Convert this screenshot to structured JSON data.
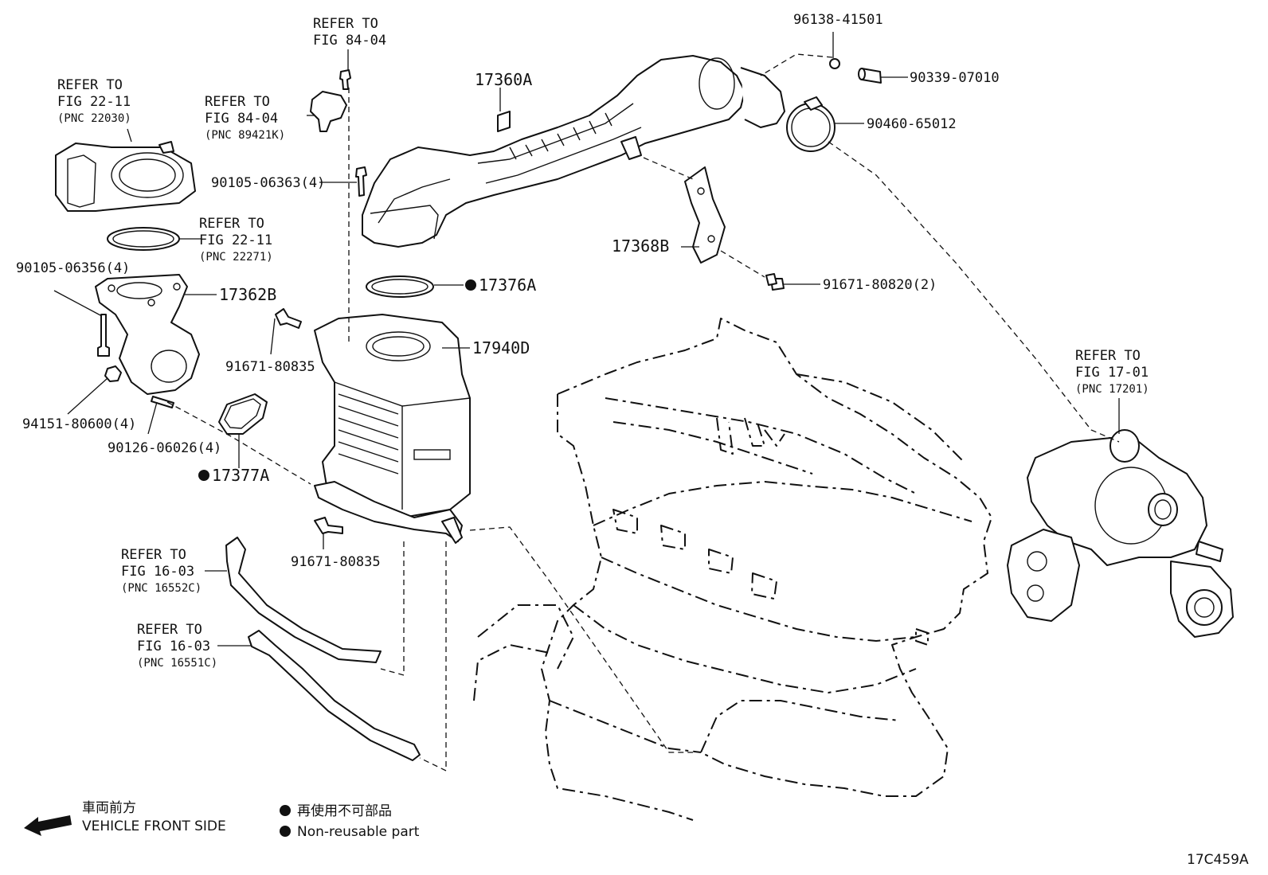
{
  "callouts": {
    "ref_8404_top": [
      "REFER TO",
      "FIG 84-04"
    ],
    "ref_2211_a": [
      "REFER TO",
      "FIG 22-11",
      "(PNC 22030)"
    ],
    "ref_8404_b": [
      "REFER TO",
      "FIG 84-04",
      "(PNC 89421K)"
    ],
    "ref_2211_b": [
      "REFER TO",
      "FIG 22-11",
      "(PNC 22271)"
    ],
    "ref_1701": [
      "REFER TO",
      "FIG 17-01",
      "(PNC 17201)"
    ],
    "ref_1603_a": [
      "REFER TO",
      "FIG 16-03",
      "(PNC 16552C)"
    ],
    "ref_1603_b": [
      "REFER TO",
      "FIG 16-03",
      "(PNC 16551C)"
    ]
  },
  "parts": {
    "p17360A": "17360A",
    "p17368B": "17368B",
    "p17362B": "17362B",
    "p17376A": "17376A",
    "p17940D": "17940D",
    "p17377A": "17377A",
    "p96138": "96138-41501",
    "p90339": "90339-07010",
    "p90460": "90460-65012",
    "p90105_63": "90105-06363(4)",
    "p90105_56": "90105-06356(4)",
    "p91671_820": "91671-80820(2)",
    "p91671_835a": "91671-80835",
    "p91671_835b": "91671-80835",
    "p94151": "94151-80600(4)",
    "p90126": "90126-06026(4)"
  },
  "legend": {
    "front_jp": "車両前方",
    "front_en": "VEHICLE FRONT SIDE",
    "nonreuse_jp": "再使用不可部品",
    "nonreuse_en": "Non-reusable part"
  },
  "figure_id": "17C459A"
}
